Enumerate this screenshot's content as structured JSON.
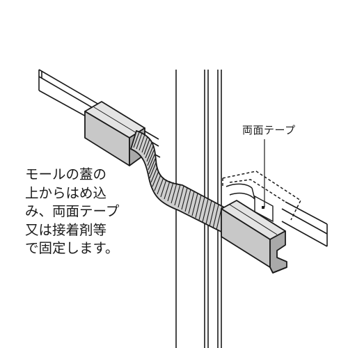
{
  "labels": {
    "tape": "両面テープ"
  },
  "caption": {
    "lines": [
      "モールの蓋の",
      "上からはめ込",
      "み、両面テープ",
      "又は接着剤等",
      "で固定します。"
    ]
  },
  "colors": {
    "line": "#1a1a1a",
    "molding_fill": "#c8c8c8",
    "molding_shade": "#a9a9a9",
    "hose_fill": "#cfcfcf",
    "background": "#ffffff"
  }
}
